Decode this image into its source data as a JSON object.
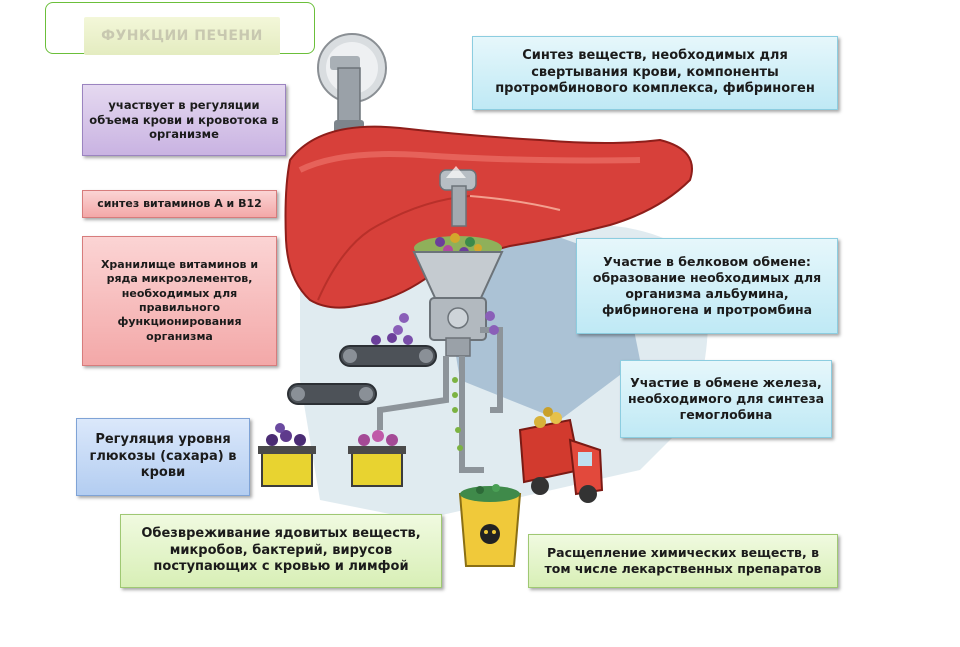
{
  "title": "ФУНКЦИИ ПЕЧЕНИ",
  "boxes": {
    "synthesis_clotting": "Синтез веществ, необходимых для свертывания крови, компоненты протромбинового комплекса, фибриноген",
    "blood_volume": "участвует в регуляции объема крови и кровотока в организме",
    "vitamins_synthesis": "синтез витаминов А и В12",
    "vitamin_storage": "Хранилище витаминов и ряда микроэлементов, необходимых для правильного функционирования организма",
    "protein_metabolism": "Участие в белковом обмене: образование необходимых для организма альбумина, фибриногена и протромбина",
    "iron_metabolism": "Участие в обмене железа, необходимого для синтеза гемоглобина",
    "glucose": "Регуляция уровня глюкозы (сахара) в крови",
    "detox": "Обезвреживание ядовитых веществ, микробов, бактерий, вирусов поступающих с кровью и лимфой",
    "chemical_breakdown": "Расщепление химических веществ, в том числе лекарственных препаратов"
  }
}
